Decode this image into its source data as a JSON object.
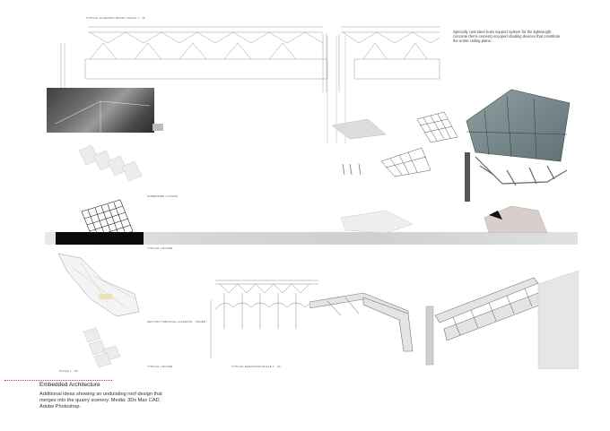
{
  "labels": {
    "top_left": "TYPICAL CLADDING DETAIL    SCALE    1 : 20",
    "label_a": "UNDERSIDE LOUVRE",
    "label_b": "TYPICAL LOUVRE",
    "label_c": "SECTION THROUGH CLADDING - UNDER",
    "label_d": "TYPICAL LOUVRE",
    "scale_left": "SCALE    1 : 50",
    "scale_mid": "TYPICAL ELEVATION    SCALE    1 : 20"
  },
  "note": "Specially cast steel truss support system for the lightweight concrete (ferro-cement) scooped shading devices that constitute the entire ceiling plane.",
  "caption": {
    "title": "Embedded Architecture",
    "body": "Additional ideas showing an undulating roof design that merges into the quarry scenery. Media: 3Ds Max CAD, Adobe Photoshop."
  }
}
